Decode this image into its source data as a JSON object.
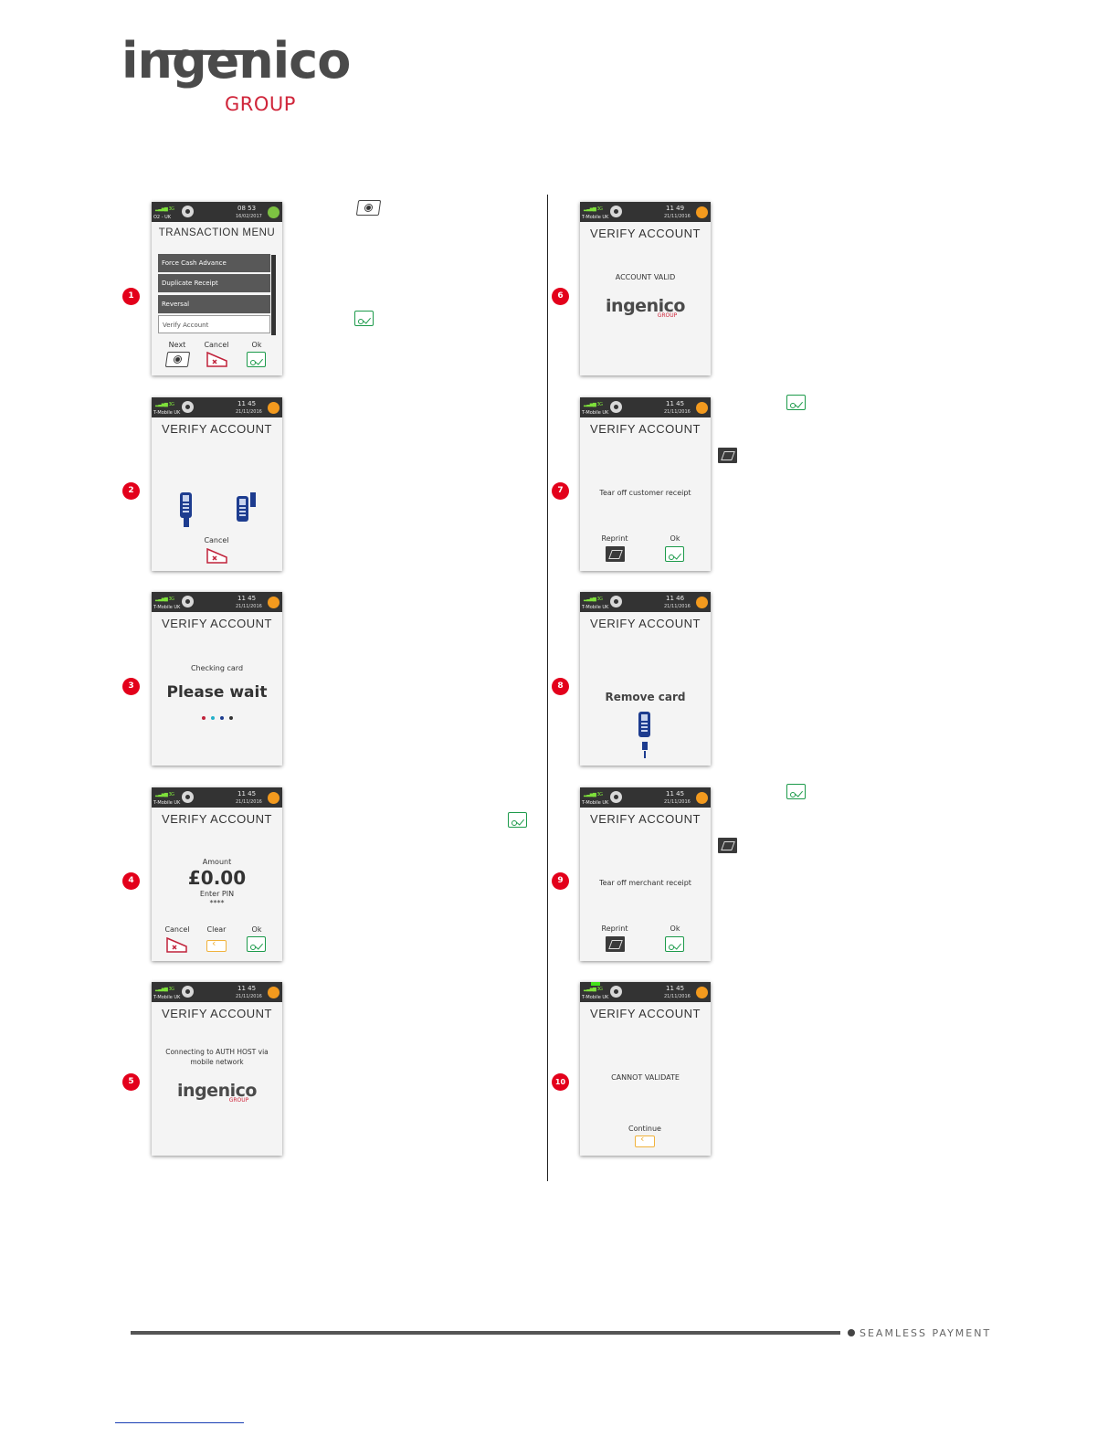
{
  "logo": {
    "main": "ingenico",
    "group": "GROUP"
  },
  "footer": {
    "tagline": "SEAMLESS PAYMENT"
  },
  "steps": [
    "1",
    "2",
    "3",
    "4",
    "5",
    "6",
    "7",
    "8",
    "9",
    "10"
  ],
  "screens": {
    "s1": {
      "time": "08 53",
      "date": "16/02/2017",
      "net": "O2 - UK",
      "title": "TRANSACTION MENU",
      "menu": [
        "Force Cash Advance",
        "Duplicate Receipt",
        "Reversal",
        "Verify Account"
      ],
      "keys": {
        "next": "Next",
        "cancel": "Cancel",
        "ok": "Ok"
      }
    },
    "s2": {
      "time": "11 45",
      "date": "21/11/2016",
      "net": "T-Mobile UK",
      "title": "VERIFY ACCOUNT",
      "cancel": "Cancel"
    },
    "s3": {
      "time": "11 45",
      "date": "21/11/2016",
      "net": "T-Mobile UK",
      "title": "VERIFY ACCOUNT",
      "line1": "Checking card",
      "line2": "Please wait"
    },
    "s4": {
      "time": "11 45",
      "date": "21/11/2016",
      "net": "T-Mobile UK",
      "title": "VERIFY ACCOUNT",
      "amount_label": "Amount",
      "amount": "£0.00",
      "pin_label": "Enter PIN",
      "pin": "****",
      "keys": {
        "cancel": "Cancel",
        "clear": "Clear",
        "ok": "Ok"
      }
    },
    "s5": {
      "time": "11 45",
      "date": "21/11/2016",
      "net": "T-Mobile UK",
      "title": "VERIFY ACCOUNT",
      "line1": "Connecting to AUTH HOST via",
      "line2": "mobile network"
    },
    "s6": {
      "time": "11 49",
      "date": "21/11/2016",
      "net": "T-Mobile UK",
      "title": "VERIFY ACCOUNT",
      "line1": "ACCOUNT VALID"
    },
    "s7": {
      "time": "11 45",
      "date": "21/11/2016",
      "net": "T-Mobile UK",
      "title": "VERIFY ACCOUNT",
      "line1": "Tear off customer receipt",
      "keys": {
        "reprint": "Reprint",
        "ok": "Ok"
      }
    },
    "s8": {
      "time": "11 46",
      "date": "21/11/2016",
      "net": "T-Mobile UK",
      "title": "VERIFY ACCOUNT",
      "line1": "Remove card"
    },
    "s9": {
      "time": "11 45",
      "date": "21/11/2016",
      "net": "T-Mobile UK",
      "title": "VERIFY ACCOUNT",
      "line1": "Tear off merchant receipt",
      "keys": {
        "reprint": "Reprint",
        "ok": "Ok"
      }
    },
    "s10": {
      "time": "11 45",
      "date": "21/11/2016",
      "net": "T-Mobile UK",
      "title": "VERIFY ACCOUNT",
      "line1": "CANNOT VALIDATE",
      "continue": "Continue"
    }
  },
  "colors": {
    "brand_red": "#d0253a",
    "badge_red": "#e3001b",
    "ok_green": "#1c9a4a",
    "clear_yellow": "#f0b23c",
    "cancel_red": "#c0223a",
    "battery_orange": "#f39a1e"
  }
}
